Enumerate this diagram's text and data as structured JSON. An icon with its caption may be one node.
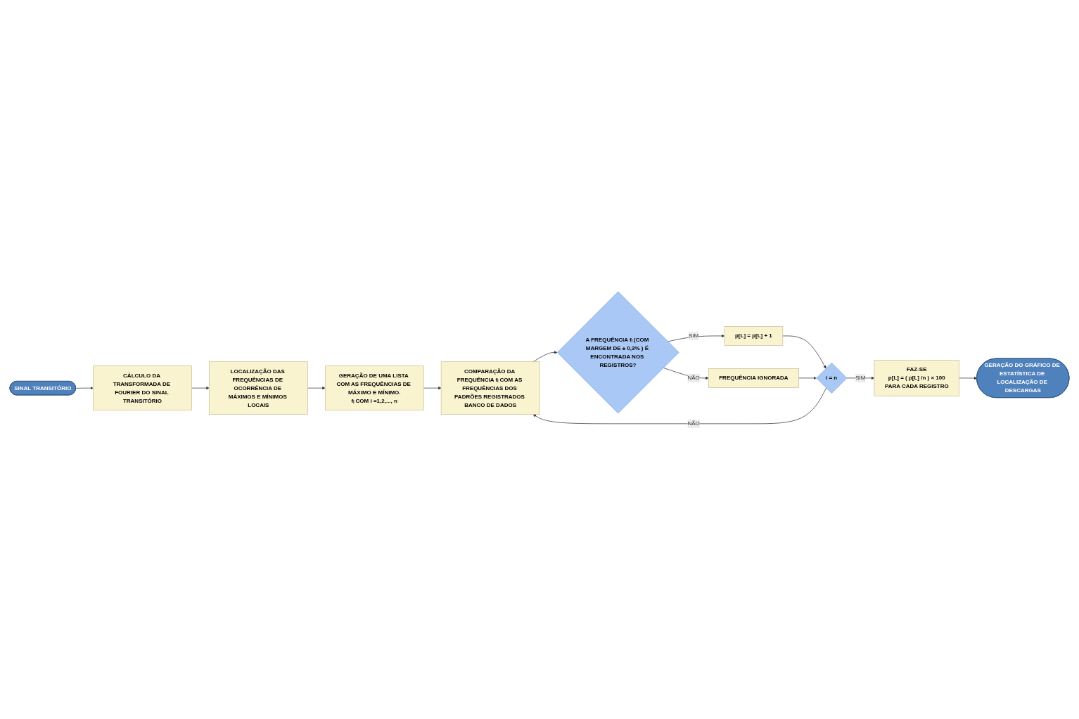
{
  "diagram": {
    "nodes": [
      {
        "text": [
          "CÁLCULO DA TRANSFORMADA DE FOURIER DO SINAL TRANSITÓRIO"
        ]
      },
      {
        "text": [
          "SINAL TRANSITÓRIO"
        ]
      },
      {
        "text": [
          "LOCALIZAÇÃO DAS FREQUÊNCIAS DE OCORRÊNCIA DE MÁXIMOS E MÍNIMOS LOCAIS"
        ]
      },
      {
        "text": [
          "GERAÇÃO DE UMA LISTA COM AS FREQUÊNCIAS DE MÁXIMO E MÍNIMO.",
          "fᵢ COM i =1,2,..., n"
        ]
      },
      {
        "text": [
          "COMPARAÇÃO DA FREQUÊNCIA fᵢ COM AS FREQUÊNCIAS DOS PADRÕES REGISTRADOS BANCO DE DADOS"
        ]
      },
      {
        "text": [
          "FREQUÊNCIA IGNORADA"
        ]
      },
      {
        "text": [
          "A FREQUÊNCIA fᵢ (COM MARGEM DE ± 0,3% ) É ENCONTRADA NOS REGISTROS?"
        ]
      },
      {
        "text": [
          "FAZ-SE",
          "p[L] = ( p[L] /n ) × 100",
          "PARA CADA REGISTRO"
        ]
      },
      {
        "text": [
          "i = n"
        ]
      },
      {
        "text": [
          "p[L] = p[L] + 1"
        ]
      },
      {
        "text": [
          "GERAÇÃO DO GRÁFICO DE ESTATÍSTICA DE LOCALIZAÇÃO DE DESCARGAS"
        ]
      }
    ],
    "edges": [
      {
        "from": 1,
        "to": 0,
        "arrow": "to"
      },
      {
        "from": 0,
        "to": 2,
        "arrow": "to"
      },
      {
        "from": 2,
        "to": 3,
        "arrow": "to"
      },
      {
        "from": 3,
        "to": 4,
        "arrow": "to"
      },
      {
        "from": 4,
        "to": 6,
        "arrow": "to"
      },
      {
        "from": 6,
        "to": 5,
        "label": "NÃO",
        "arrow": "to"
      },
      {
        "from": 6,
        "to": 9,
        "label": "SIM",
        "arrow": "to"
      },
      {
        "from": 9,
        "to": 8,
        "arrow": "to"
      },
      {
        "from": 8,
        "to": 4,
        "label": "NÃO",
        "arrow": "to"
      },
      {
        "from": 8,
        "to": 7,
        "label": "SIM",
        "arrow": "to"
      },
      {
        "from": 7,
        "to": 10,
        "arrow": "to"
      },
      {
        "from": 5,
        "to": 8,
        "arrow": "to"
      }
    ]
  }
}
